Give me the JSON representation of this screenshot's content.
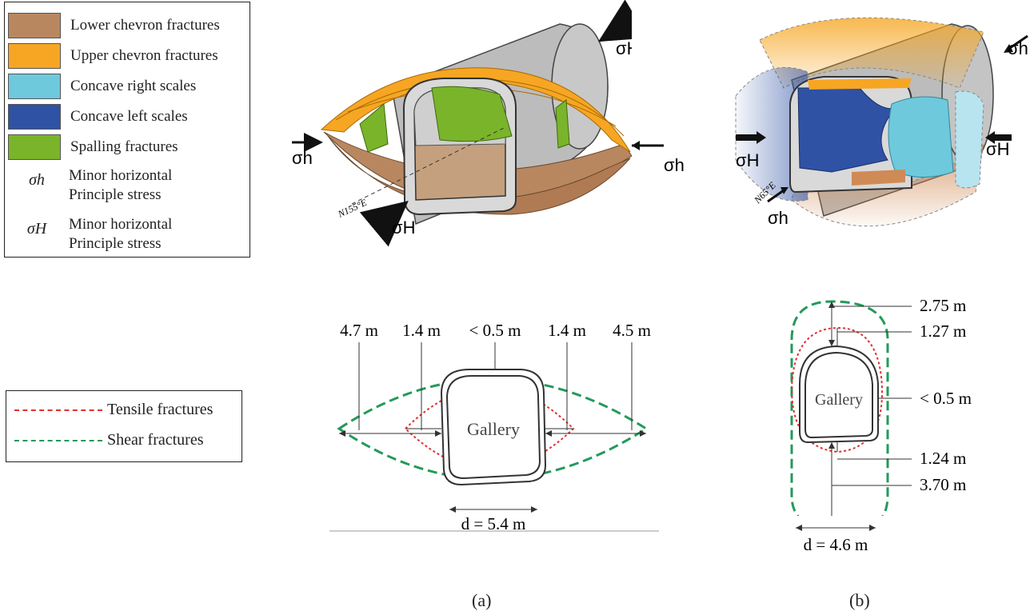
{
  "legend": {
    "items": [
      {
        "label": "Lower chevron fractures",
        "color": "#b9875f"
      },
      {
        "label": "Upper chevron fractures",
        "color": "#f6a623"
      },
      {
        "label": "Concave right scales",
        "color": "#6ec9dc"
      },
      {
        "label": "Concave left scales",
        "color": "#2f52a4"
      },
      {
        "label": "Spalling fractures",
        "color": "#7ab42a"
      }
    ],
    "symbols": [
      {
        "symbol": "σh",
        "line1": "Minor horizontal",
        "line2": "Principle stress"
      },
      {
        "symbol": "σH",
        "line1": "Minor horizontal",
        "line2": "Principle stress"
      }
    ]
  },
  "fracture_legend": {
    "tensile": {
      "label": "Tensile fractures",
      "color": "#e03030"
    },
    "shear": {
      "label": "Shear fractures",
      "color": "#239a5a"
    }
  },
  "panel_a": {
    "stress_labels": {
      "sigma_H_top": "σH",
      "sigma_h_left": "σh",
      "sigma_h_right": "σh",
      "sigma_H_bottom": "σH"
    },
    "orientation": "N155°E",
    "dims_top": [
      "4.7 m",
      "1.4 m",
      "< 0.5 m",
      "1.4 m",
      "4.5 m"
    ],
    "gallery": "Gallery",
    "diameter": "d = 5.4 m",
    "label": "(a)"
  },
  "panel_b": {
    "stress_labels": {
      "sigma_h_top": "σh",
      "sigma_H_left": "σH",
      "sigma_H_right": "σH",
      "sigma_h_bottom": "σh"
    },
    "orientation": "N65°E",
    "dims_right": [
      "2.75 m",
      "1.27 m",
      "< 0.5 m",
      "1.24 m",
      "3.70 m"
    ],
    "gallery": "Gallery",
    "diameter": "d = 4.6 m",
    "label": "(b)"
  }
}
